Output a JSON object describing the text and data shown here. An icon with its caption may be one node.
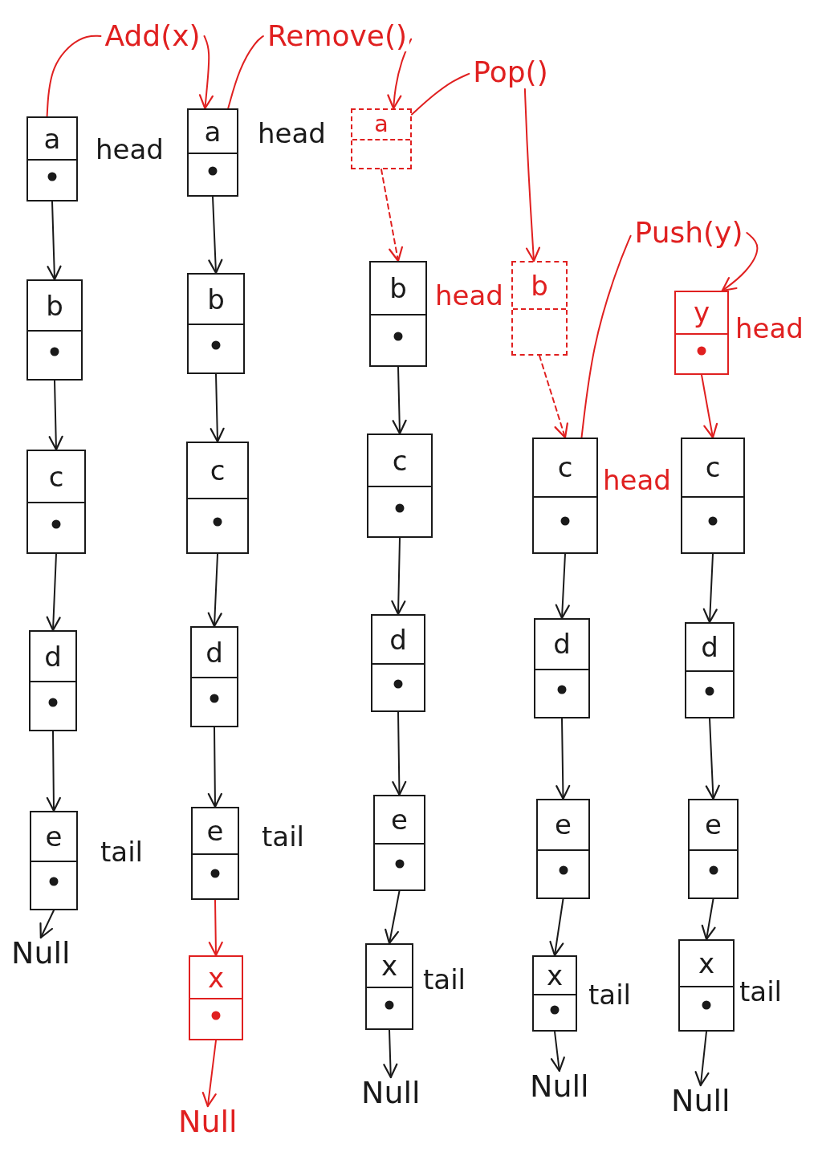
{
  "diagram": {
    "nodes": [
      {
        "text": [
          "a"
        ],
        "beside": [
          "head"
        ]
      },
      {
        "text": [
          "b"
        ]
      },
      {
        "text": [
          "c"
        ]
      },
      {
        "text": [
          "d"
        ]
      },
      {
        "text": [
          "e"
        ],
        "beside": [
          "tail"
        ]
      },
      {
        "text": [
          "Null"
        ]
      },
      {
        "text": [
          "a"
        ],
        "beside": [
          "head"
        ]
      },
      {
        "text": [
          "b"
        ]
      },
      {
        "text": [
          "c"
        ]
      },
      {
        "text": [
          "d"
        ]
      },
      {
        "text": [
          "e"
        ],
        "beside": [
          "tail"
        ]
      },
      {
        "text": [
          "x"
        ]
      },
      {
        "text": [
          "Null"
        ]
      },
      {
        "text": [
          "a"
        ]
      },
      {
        "text": [
          "b"
        ],
        "beside": [
          "head"
        ]
      },
      {
        "text": [
          "c"
        ]
      },
      {
        "text": [
          "d"
        ]
      },
      {
        "text": [
          "e"
        ]
      },
      {
        "text": [
          "x"
        ],
        "beside": [
          "tail"
        ]
      },
      {
        "text": [
          "Null"
        ]
      },
      {
        "text": [
          "b"
        ]
      },
      {
        "text": [
          "c"
        ],
        "beside": [
          "head"
        ]
      },
      {
        "text": [
          "d"
        ]
      },
      {
        "text": [
          "e"
        ]
      },
      {
        "text": [
          "x"
        ],
        "beside": [
          "tail"
        ]
      },
      {
        "text": [
          "Null"
        ]
      },
      {
        "text": [
          "y"
        ],
        "beside": [
          "head"
        ]
      },
      {
        "text": [
          "c"
        ]
      },
      {
        "text": [
          "d"
        ]
      },
      {
        "text": [
          "e"
        ]
      },
      {
        "text": [
          "x"
        ],
        "beside": [
          "tail"
        ]
      },
      {
        "text": [
          "Null"
        ]
      }
    ],
    "edges": [
      {
        "from": 0,
        "to": 1,
        "arrow": "to"
      },
      {
        "from": 1,
        "to": 2,
        "arrow": "to"
      },
      {
        "from": 2,
        "to": 3,
        "arrow": "to"
      },
      {
        "from": 3,
        "to": 4,
        "arrow": "to"
      },
      {
        "from": 4,
        "to": 5,
        "arrow": "to"
      },
      {
        "from": 6,
        "to": 7,
        "arrow": "to"
      },
      {
        "from": 7,
        "to": 8,
        "arrow": "to"
      },
      {
        "from": 8,
        "to": 9,
        "arrow": "to"
      },
      {
        "from": 9,
        "to": 10,
        "arrow": "to"
      },
      {
        "from": 10,
        "to": 11,
        "arrow": "to",
        "color": "#e02020"
      },
      {
        "from": 11,
        "to": 12,
        "arrow": "to",
        "color": "#e02020"
      },
      {
        "from": 13,
        "to": 14,
        "arrow": "to",
        "style": "dashed",
        "color": "#e02020"
      },
      {
        "from": 14,
        "to": 15,
        "arrow": "to"
      },
      {
        "from": 15,
        "to": 16,
        "arrow": "to"
      },
      {
        "from": 16,
        "to": 17,
        "arrow": "to"
      },
      {
        "from": 17,
        "to": 18,
        "arrow": "to"
      },
      {
        "from": 18,
        "to": 19,
        "arrow": "to"
      },
      {
        "from": 20,
        "to": 21,
        "arrow": "to",
        "style": "dashed",
        "color": "#e02020"
      },
      {
        "from": 21,
        "to": 22,
        "arrow": "to"
      },
      {
        "from": 22,
        "to": 23,
        "arrow": "to"
      },
      {
        "from": 23,
        "to": 24,
        "arrow": "to"
      },
      {
        "from": 24,
        "to": 25,
        "arrow": "to"
      },
      {
        "from": 26,
        "to": 27,
        "arrow": "to",
        "color": "#e02020"
      },
      {
        "from": 27,
        "to": 28,
        "arrow": "to"
      },
      {
        "from": 28,
        "to": 29,
        "arrow": "to"
      },
      {
        "from": 29,
        "to": 30,
        "arrow": "to"
      },
      {
        "from": 30,
        "to": 31,
        "arrow": "to"
      },
      {
        "from": 0,
        "to": 6,
        "arrow": "to",
        "label": "Add(x)",
        "color": "#e02020"
      },
      {
        "from": 6,
        "to": 13,
        "arrow": "to",
        "label": "Remove()",
        "color": "#e02020"
      },
      {
        "from": 13,
        "to": 20,
        "arrow": "to",
        "label": "Pop()",
        "color": "#e02020"
      },
      {
        "from": 21,
        "to": 26,
        "arrow": "to",
        "label": "Push(y)",
        "color": "#e02020"
      }
    ]
  }
}
